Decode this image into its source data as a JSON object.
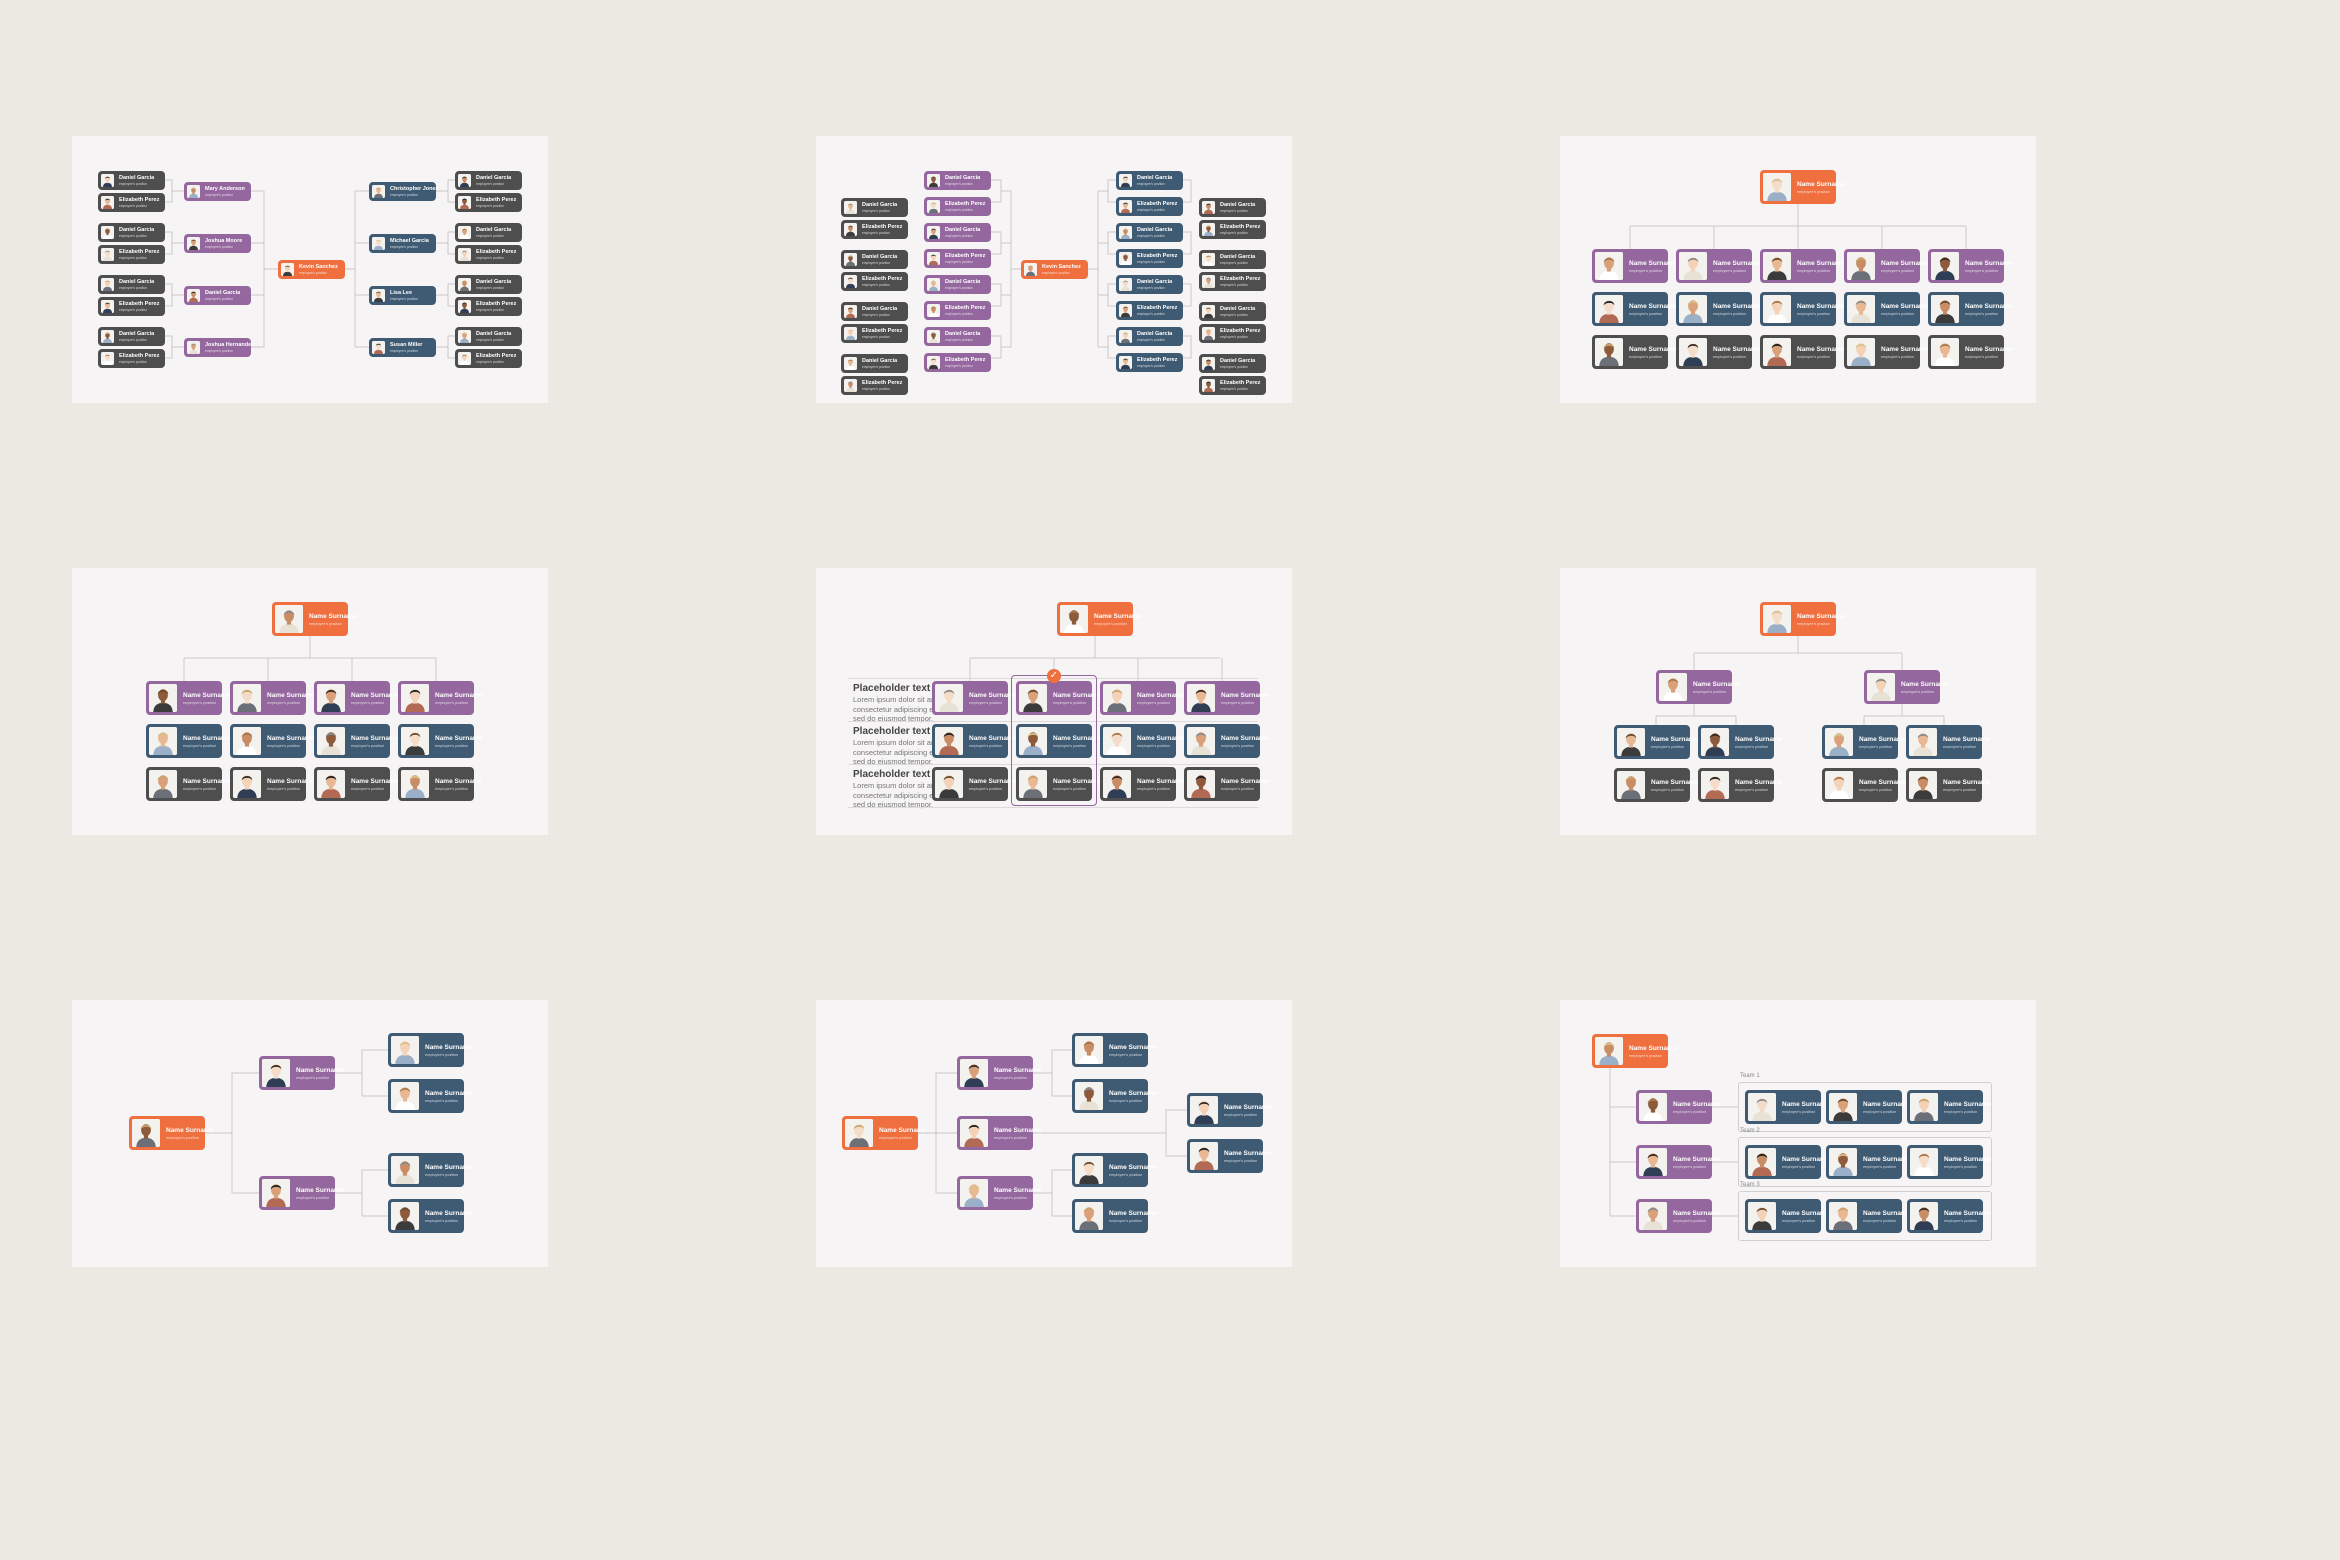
{
  "colors": {
    "dark": "#4e4e4e",
    "purple": "#95679f",
    "blue": "#3f5b74",
    "orange": "#ef6f3e",
    "canvas": "#ece8e2",
    "slide": "#f6f4f5"
  },
  "icons": {
    "photo": "person-photo-icon",
    "check": "check-icon"
  },
  "position_text": "employee's position",
  "default_name": "Name Surname",
  "people": {
    "daniel": "Daniel Garcia",
    "elizabeth": "Elizabeth Perez",
    "mary": "Mary Anderson",
    "joshua_m": "Joshua Moore",
    "joshua_h": "Joshua Hernandez",
    "kevin": "Kevin Sanchez",
    "christopher": "Christopher Jones",
    "michael": "Michael Garcia",
    "lisa": "Lisa Lee",
    "susan": "Susan Miller"
  },
  "placeholders": {
    "title": "Placeholder text",
    "body": "Lorem ipsum dolor sit amet, consectetur adipiscing elit, sed do eiusmod tempor."
  },
  "check_glyph": "✓",
  "teams": [
    "Team 1",
    "Team 2",
    "Team 3"
  ]
}
